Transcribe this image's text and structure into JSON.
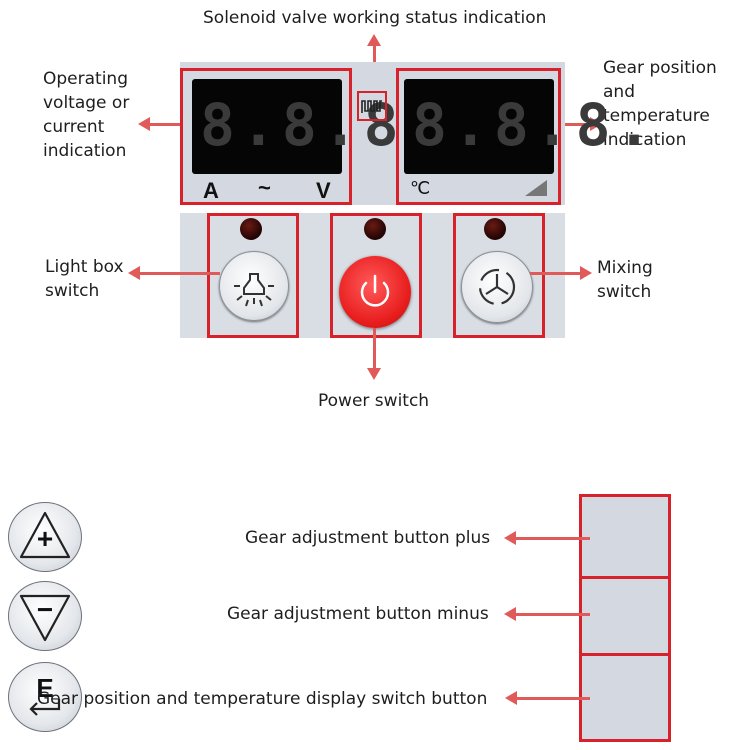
{
  "labels": {
    "solenoid": "Solenoid valve working status indication",
    "operating": "Operating voltage or current indication",
    "gear_temp": "Gear position and temperature indication",
    "light_box": "Light box switch",
    "mixing": "Mixing switch",
    "power": "Power switch",
    "gear_plus": "Gear adjustment button plus",
    "gear_minus": "Gear adjustment button minus",
    "display_switch": "Gear position and temperature display switch button"
  },
  "displays": {
    "left": {
      "digits": "8.8.8.",
      "unit_a": "A",
      "unit_ac": "~",
      "unit_v": "V"
    },
    "right": {
      "digits": "8.8.8.",
      "unit_celsius": "℃"
    }
  },
  "keys": {
    "plus": "+",
    "minus": "−",
    "enter": "E"
  },
  "colors": {
    "accent": "#d8222b",
    "arrow": "#e05a5a",
    "panel": "#d4d9e1",
    "power": "#e81d1d"
  },
  "icons": [
    "light-bulb-icon",
    "power-icon",
    "mixing-icon",
    "solenoid-icon",
    "plus-triangle-icon",
    "minus-triangle-icon",
    "enter-icon",
    "gear-level-icon"
  ]
}
